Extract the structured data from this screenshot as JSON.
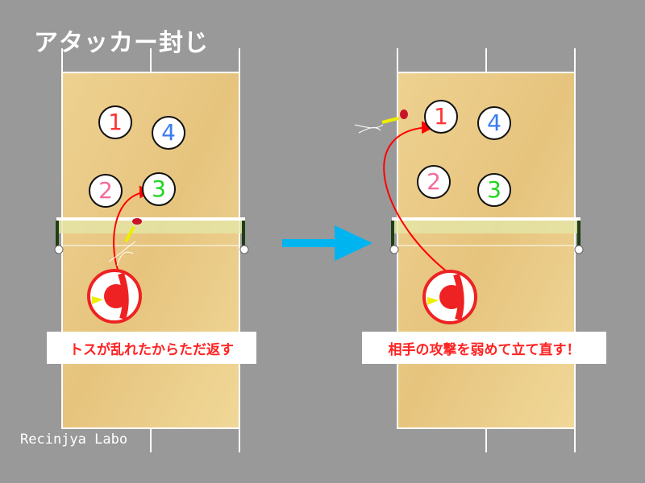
{
  "title": "アタッカー封じ",
  "watermark": "Recinjya Labo",
  "left": {
    "positions": [
      {
        "n": "1",
        "color": "#f33"
      },
      {
        "n": "4",
        "color": "#3a7cf0"
      },
      {
        "n": "2",
        "color": "#f56a9a"
      },
      {
        "n": "3",
        "color": "#1ed61e"
      }
    ],
    "caption": "トスが乱れたからただ返す"
  },
  "right": {
    "positions": [
      {
        "n": "1",
        "color": "#f33"
      },
      {
        "n": "4",
        "color": "#3a7cf0"
      },
      {
        "n": "2",
        "color": "#f56a9a"
      },
      {
        "n": "3",
        "color": "#1ed61e"
      }
    ],
    "caption": "相手の攻撃を弱めて立て直す！"
  },
  "colors": {
    "arrow": "#00b4f0",
    "trajectory": "#ff0000"
  }
}
